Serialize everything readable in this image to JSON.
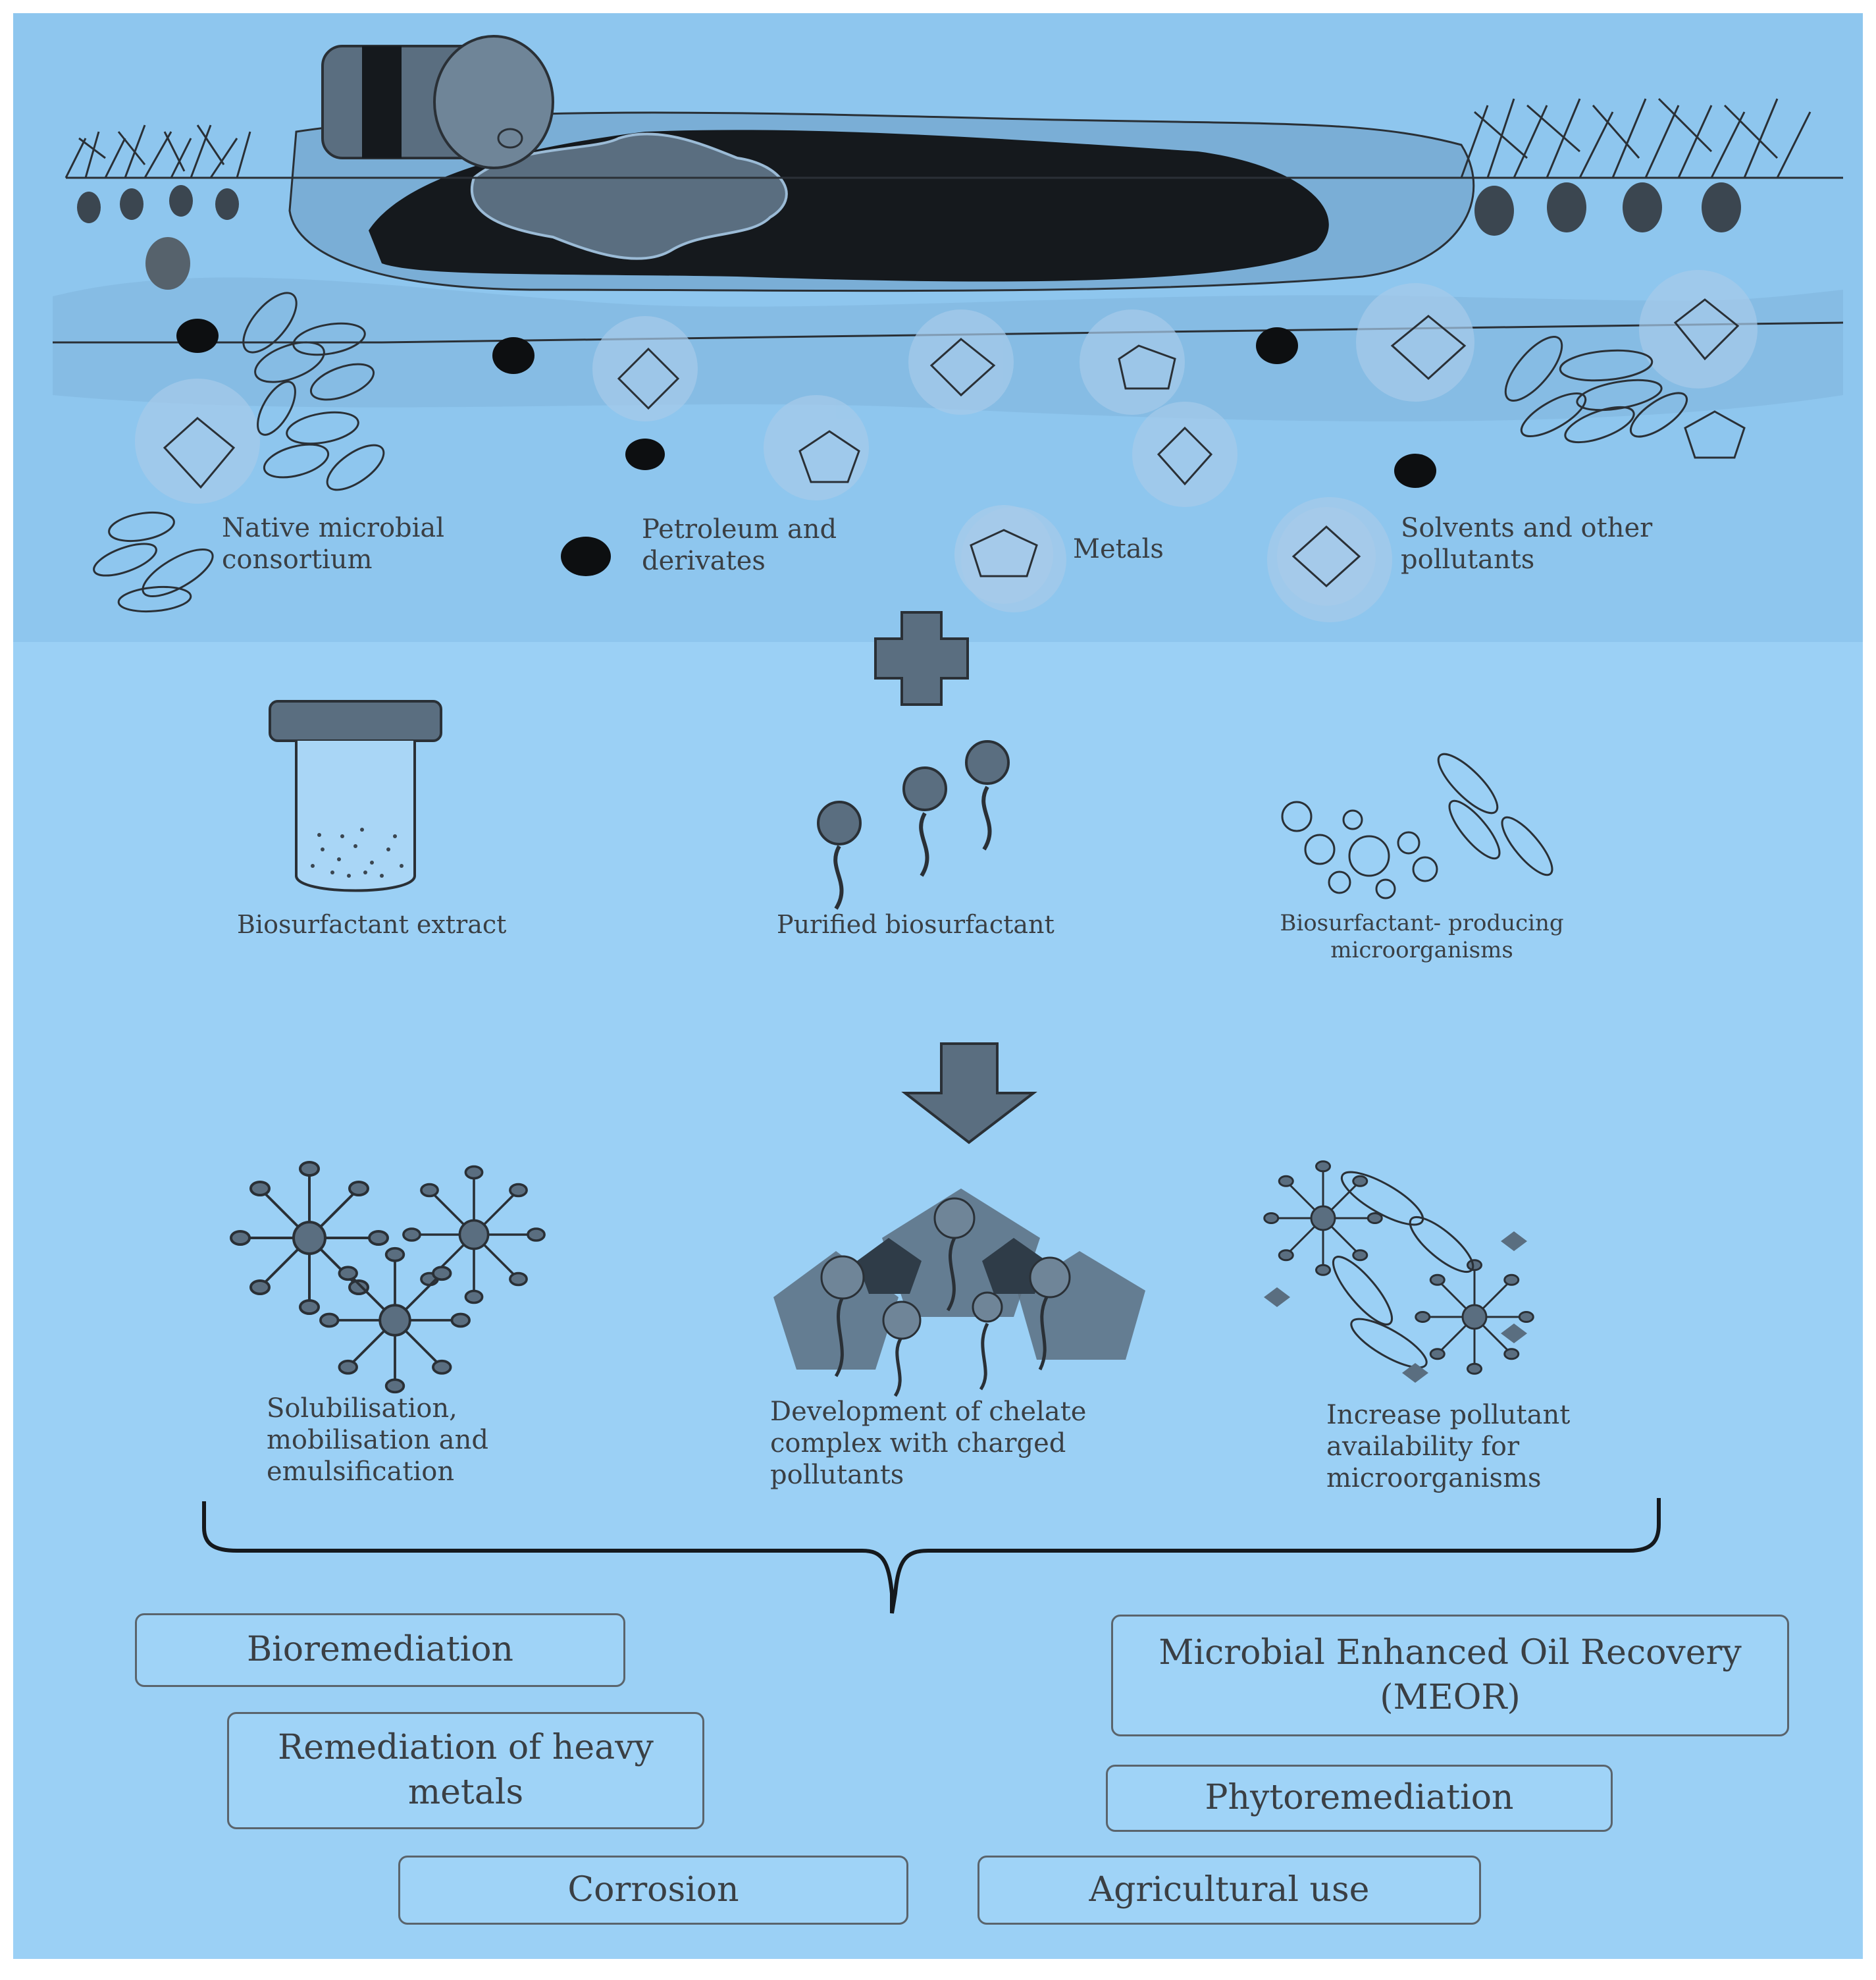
{
  "legend": {
    "microbial": "Native microbial consortium",
    "petroleum": "Petroleum and derivates",
    "metals": "Metals",
    "solvents": "Solvents and other pollutants"
  },
  "sources": {
    "extract": "Biosurfactant extract",
    "purified": "Purified biosurfactant",
    "producing": "Biosurfactant- producing microorganisms"
  },
  "mechanisms": {
    "solubilisation": "Solubilisation, mobilisation and emulsification",
    "chelate": "Development of chelate complex with charged pollutants",
    "availability": "Increase pollutant availability for microorganisms"
  },
  "applications": {
    "bioremediation": "Bioremediation",
    "heavy_metals": "Remediation of heavy metals",
    "corrosion": "Corrosion",
    "meor": "Microbial Enhanced Oil Recovery (MEOR)",
    "phytoremediation": "Phytoremediation",
    "agricultural": "Agricultural use"
  },
  "colors": {
    "background": "#9bd0f5",
    "soil_panel": "#8ec6ee",
    "oil": "#15191d",
    "accent": "#5a6e80",
    "outline": "#2a3036"
  }
}
